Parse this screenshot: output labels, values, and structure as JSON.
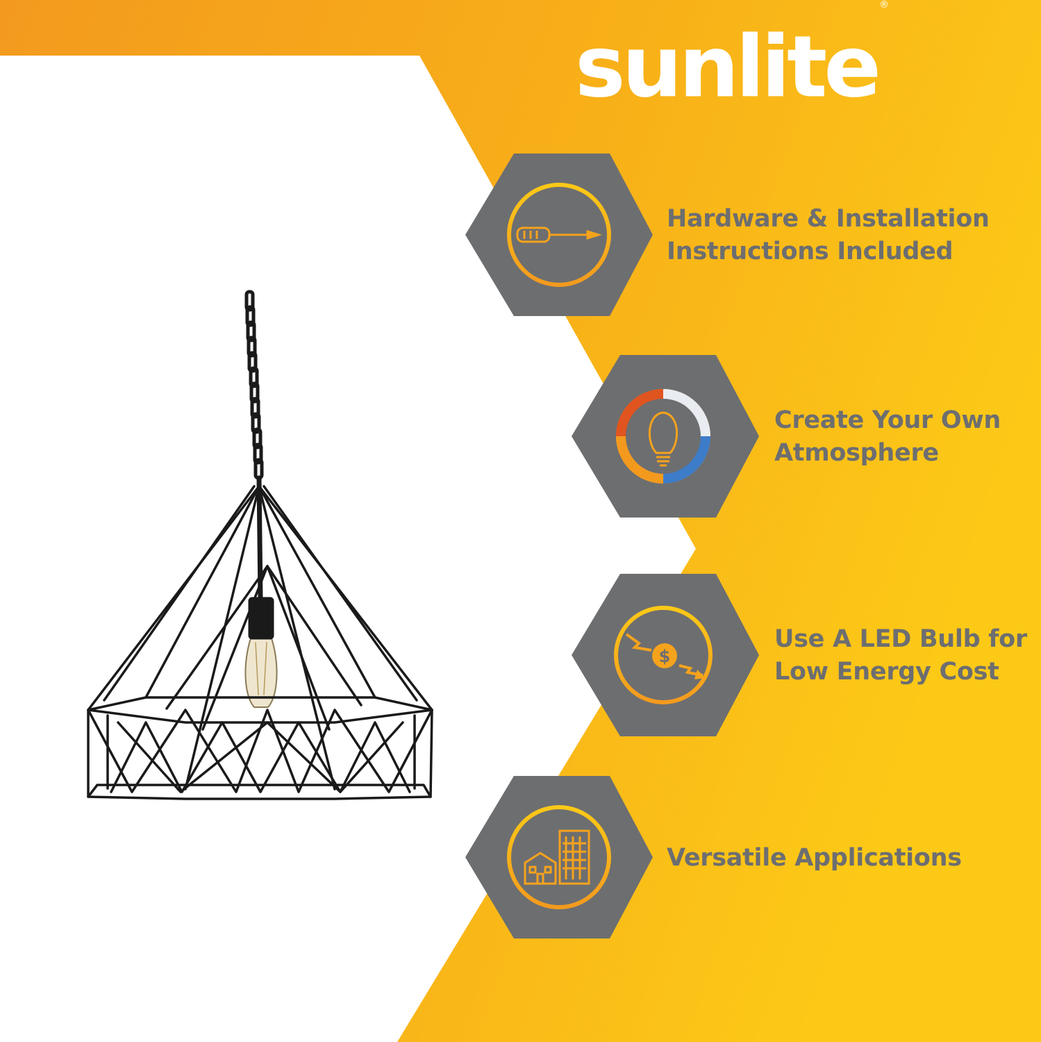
{
  "brand": {
    "logo_text": "sunlite",
    "logo_mark": "®",
    "colors": {
      "orange": "#f39a1e",
      "yellow": "#fcc917",
      "gray": "#6d6e70",
      "white": "#ffffff",
      "fixture_black": "#1a1a1a"
    }
  },
  "product": {
    "image": "geometric-diamond-wire-cage-pendant-light-icon"
  },
  "features": [
    {
      "icon": "screwdriver-icon",
      "line1": "Hardware & Installation",
      "line2": "Instructions Included"
    },
    {
      "icon": "light-bulb-icon",
      "line1": "Create Your Own",
      "line2": "Atmosphere"
    },
    {
      "icon": "energy-cost-down-icon",
      "line1": "Use A LED Bulb for",
      "line2": "Low Energy Cost"
    },
    {
      "icon": "buildings-icon",
      "line1": "Versatile Applications",
      "line2": ""
    }
  ]
}
